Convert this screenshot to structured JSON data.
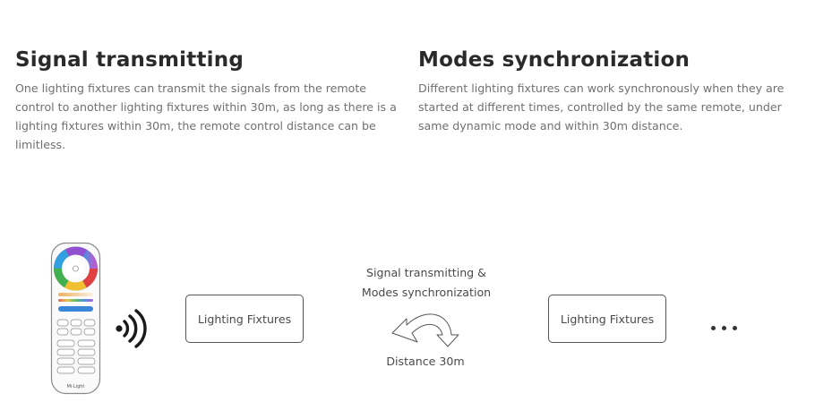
{
  "left": {
    "title": "Signal transmitting",
    "body": "One lighting fixtures can transmit the signals from the remote control to another lighting fixtures within 30m, as long as there is a lighting fixtures within 30m, the remote control distance can be limitless."
  },
  "right": {
    "title": "Modes synchronization",
    "body": "Different lighting fixtures can work synchronously when they are started at different times, controlled by the same remote, under same dynamic mode and within 30m distance."
  },
  "diagram": {
    "remote_brand": "Mi·Light",
    "fixture_1": "Lighting Fixtures",
    "fixture_2": "Lighting Fixtures",
    "caption_line1": "Signal transmitting &",
    "caption_line2": "Modes synchronization",
    "distance": "Distance 30m",
    "icons": [
      "remote-control-icon",
      "wireless-signal-icon",
      "curved-arrow-icon",
      "ellipsis-icon"
    ]
  }
}
